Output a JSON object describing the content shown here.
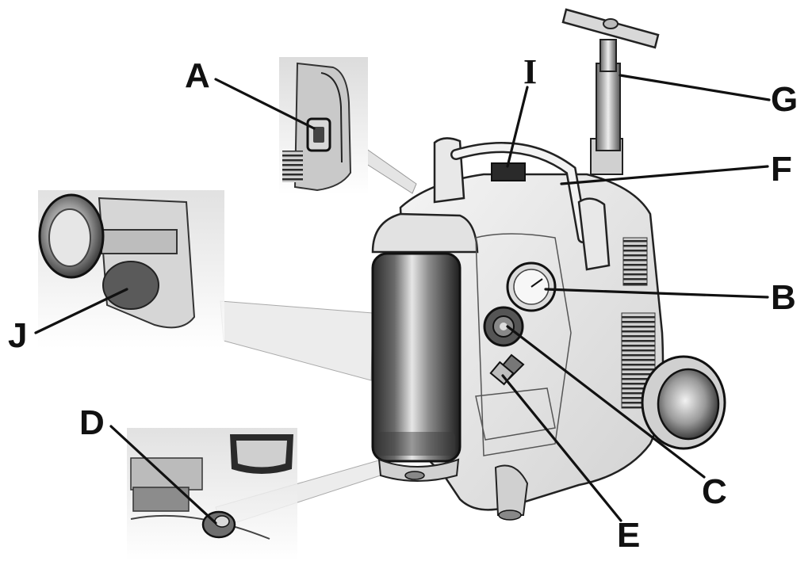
{
  "callouts": {
    "A": "A",
    "B": "B",
    "C": "C",
    "D": "D",
    "E": "E",
    "F": "F",
    "G": "G",
    "I": "I",
    "J": "J"
  },
  "parts": [
    "detail-power-switch",
    "detail-wheel",
    "detail-drain-valve",
    "compressor-body",
    "air-tank",
    "pressure-gauge",
    "regulator-knob",
    "quick-coupler",
    "carry-handle",
    "telescoping-handle",
    "wheel"
  ]
}
